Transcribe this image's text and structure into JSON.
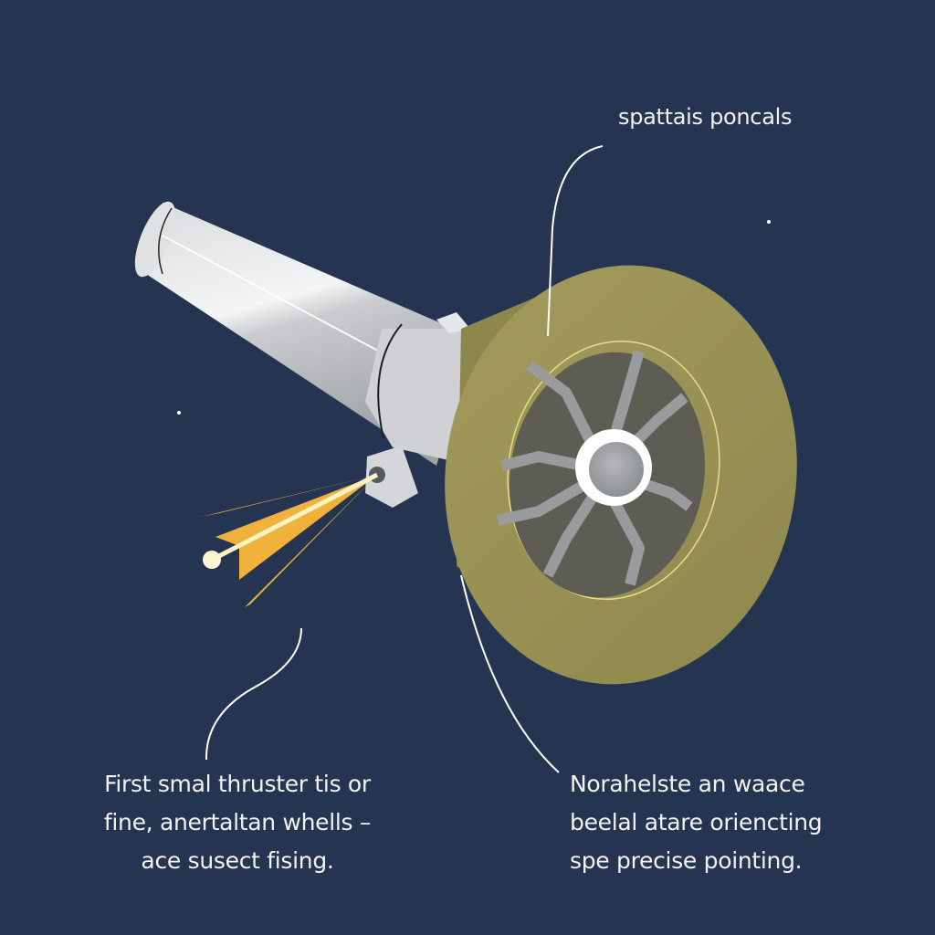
{
  "diagram": {
    "title": "Spacecraft attitude control components",
    "colors": {
      "background": "#253551",
      "cylinder": "#c8cacd",
      "wheel_rim": "#9c9556",
      "wheel_inner": "#5f5f55",
      "spokes": "#9a9b9c",
      "thrust": "#f0b23c",
      "callout_line": "#ffffff"
    },
    "components": [
      {
        "id": "main-cylinder",
        "name": "cylindrical body"
      },
      {
        "id": "reaction-wheel",
        "name": "wheel with spokes and hub"
      },
      {
        "id": "small-thruster",
        "name": "small thruster nozzle with exhaust plume"
      }
    ]
  },
  "labels": {
    "top": {
      "lines": [
        "spattais poncals"
      ]
    },
    "left": {
      "lines": [
        "First smal thruster tis or",
        "fine, anertaltan whells –",
        "ace susect fising."
      ]
    },
    "right": {
      "lines": [
        "Norahelste an waace",
        "beelal atare oriencting",
        "spe precise pointing."
      ]
    }
  }
}
